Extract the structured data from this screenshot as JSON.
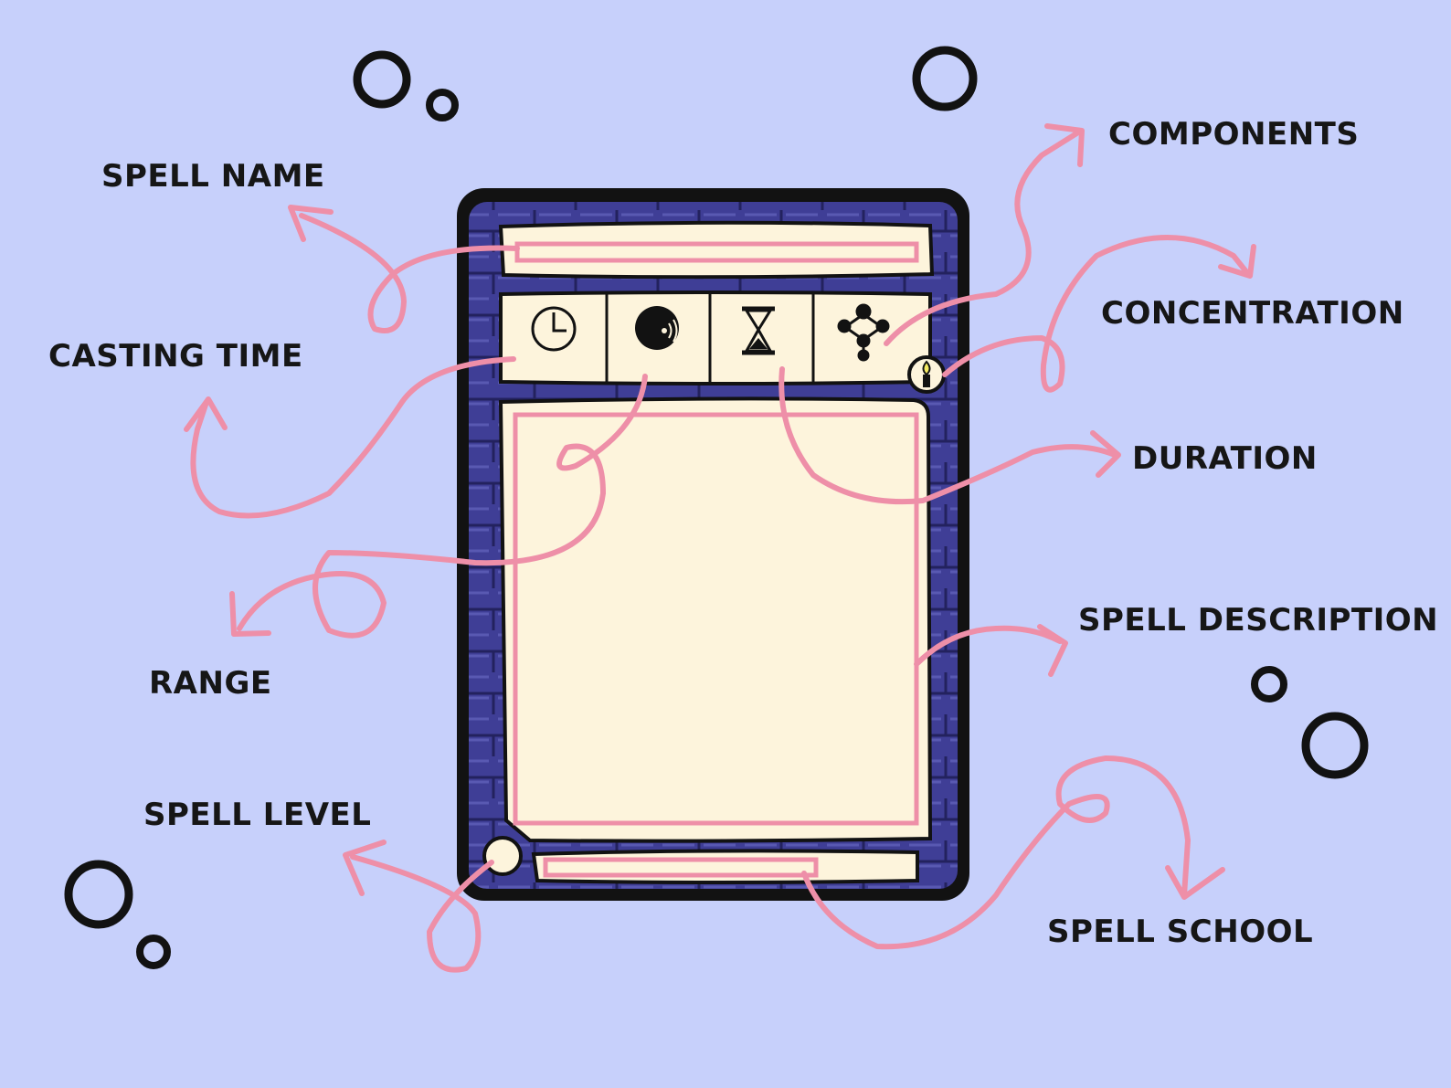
{
  "colors": {
    "background": "#c7d0fb",
    "card_frame": "#3b3a8f",
    "card_border": "#141414",
    "parchment": "#fdf4dc",
    "annotation": "#ee8fa8",
    "text": "#161616"
  },
  "labels": {
    "spell_name": "SPELL NAME",
    "casting_time": "CASTING TIME",
    "range": "RANGE",
    "spell_level": "SPELL LEVEL",
    "components": "COMPONENTS",
    "concentration": "CONCENTRATION",
    "duration": "DURATION",
    "spell_description": "SPELL DESCRIPTION",
    "spell_school": "SPELL SCHOOL"
  },
  "icons": {
    "casting_time": "clock-icon",
    "range": "sound-wave-icon",
    "duration": "hourglass-icon",
    "components": "molecule-icon",
    "concentration": "candle-icon"
  }
}
